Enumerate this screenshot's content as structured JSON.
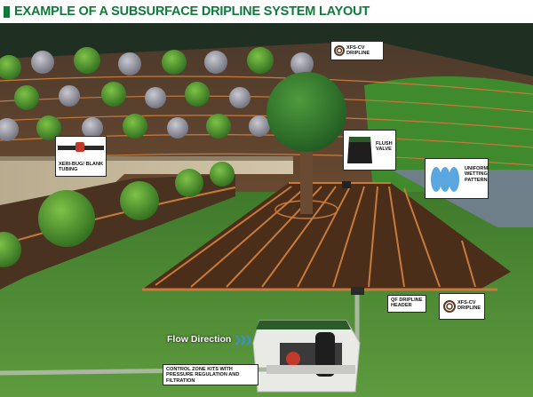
{
  "title": "EXAMPLE OF A SUBSURFACE DRIPLINE SYSTEM LAYOUT",
  "colors": {
    "title_green": "#0f7a3a",
    "lawn": "#4f8a34",
    "soil": "#5a3a22",
    "dripline": "#c87a3c",
    "sky": "#1f2f22",
    "flow_arrow": "#3b8fd4"
  },
  "callouts": {
    "xfs_cv_top": "XFS-CV DRIPLINE",
    "xeri_bug": "XERI-BUG/ BLANK TUBING",
    "flush_valve": "FLUSH VALVE",
    "wetting_pattern": "UNIFORM WETTING PATTERN",
    "qf_header": "QF DRIPLINE HEADER",
    "xfs_cv_bottom": "XFS-CV DRIPLINE",
    "control_zone": "CONTROL ZONE KITS WITH PRESSURE REGULATION AND FILTRATION"
  },
  "flow": {
    "label": "Flow Direction",
    "arrows": "❯❯❯"
  },
  "icons": [
    "coil-icon",
    "coil-icon",
    "valve-box-icon",
    "wetting-pattern-icon",
    "xeri-bug-icon"
  ]
}
